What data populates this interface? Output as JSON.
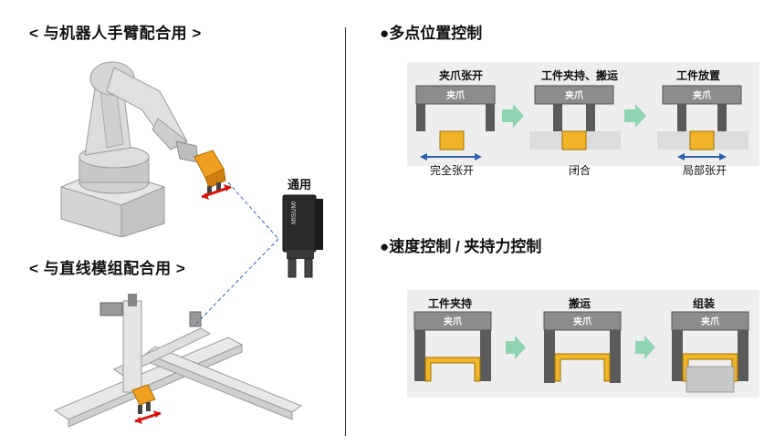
{
  "left": {
    "robot_arm_heading": "< 与机器人手臂配合用 >",
    "linear_module_heading": "< 与直线模组配合用 >",
    "gripper_label": "通用",
    "gripper_brand": "MISUMI"
  },
  "right": {
    "section1": {
      "title": "●多点位置控制",
      "steps": [
        {
          "label": "夹爪张开",
          "jaw": "夹爪",
          "caption": "完全张开"
        },
        {
          "label": "工件夹持、搬运",
          "jaw": "夹爪",
          "caption": "闭合"
        },
        {
          "label": "工件放置",
          "jaw": "夹爪",
          "caption": "局部张开"
        }
      ]
    },
    "section2": {
      "title": "●速度控制 / 夹持力控制",
      "steps": [
        {
          "label": "工件夹持",
          "jaw": "夹爪"
        },
        {
          "label": "搬运",
          "jaw": "夹爪"
        },
        {
          "label": "组装",
          "jaw": "夹爪"
        }
      ]
    }
  },
  "colors": {
    "panel_bg": "#eeeeee",
    "jaw_gray": "#8c8c8c",
    "jaw_dark": "#5a5a5a",
    "work_orange": "#f0b428",
    "arrow_green": "#8fd3b0",
    "arrow_blue": "#2e5fb0",
    "gripper_orange": "#f0a020"
  }
}
